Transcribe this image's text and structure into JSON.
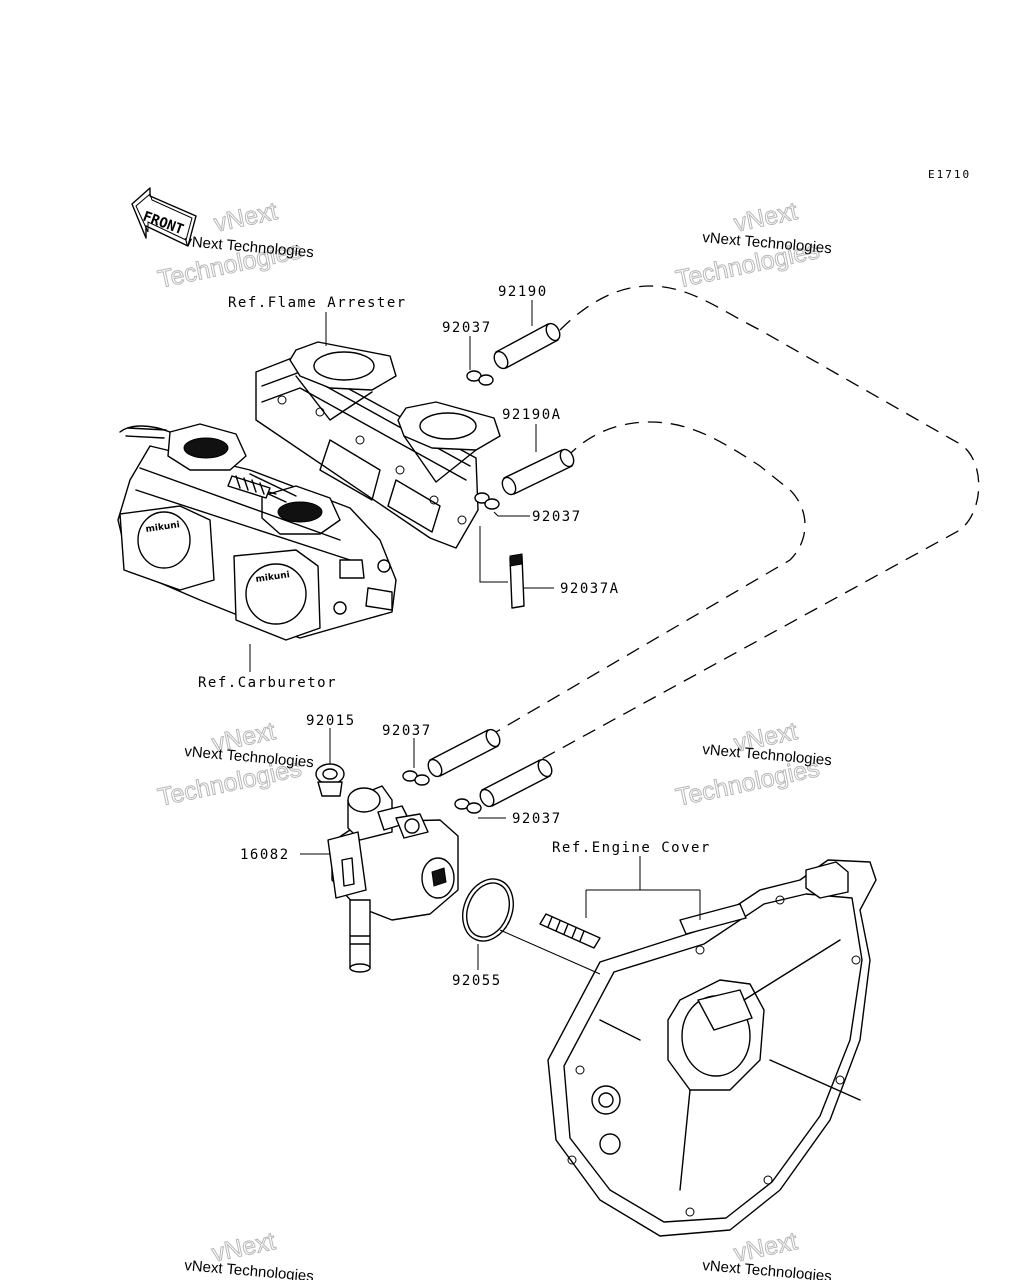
{
  "diagram_code": "E1710",
  "front_badge": "FRONT",
  "watermark": {
    "small": "vNext Technologies",
    "big_top": "vNext",
    "big_bottom": "Technologies"
  },
  "labels": {
    "ref_flame_arrester": "Ref.Flame Arrester",
    "ref_carburetor": "Ref.Carburetor",
    "ref_engine_cover": "Ref.Engine Cover",
    "p92190": "92190",
    "p92190a": "92190A",
    "p92037_top": "92037",
    "p92037_mid": "92037",
    "p92037a": "92037A",
    "p92015": "92015",
    "p92037_lower1": "92037",
    "p92037_lower2": "92037",
    "p16082": "16082",
    "p92055": "92055"
  }
}
